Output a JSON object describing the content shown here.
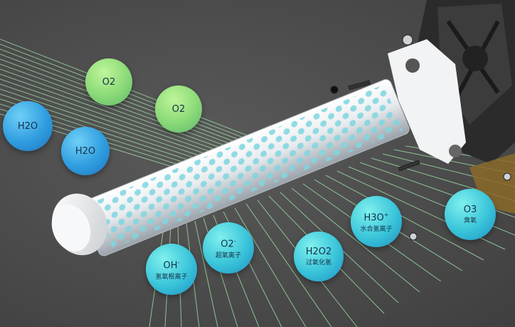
{
  "bubbles": {
    "o2_a": {
      "formula": "O2"
    },
    "o2_b": {
      "formula": "O2"
    },
    "h2o_a": {
      "formula": "H2O"
    },
    "h2o_b": {
      "formula": "H2O"
    },
    "hydroxide": {
      "formula": "OH",
      "charge": "-",
      "label": "氢氧根离子"
    },
    "superoxide": {
      "formula": "O2",
      "charge": "-",
      "label": "超氧离子"
    },
    "peroxide": {
      "formula": "H2O2",
      "label": "过氧化氢"
    },
    "hydronium": {
      "formula": "H3O",
      "charge": "+",
      "label": "水合氢离子"
    },
    "ozone": {
      "formula": "O3",
      "label": "臭氧"
    }
  },
  "colors": {
    "background": "#4f4f4f",
    "ray_green": "#9fe0a6",
    "bubble_blue": "#2f9ddf",
    "bubble_green": "#8fdc7a",
    "tube_white": "#eef1f3"
  }
}
